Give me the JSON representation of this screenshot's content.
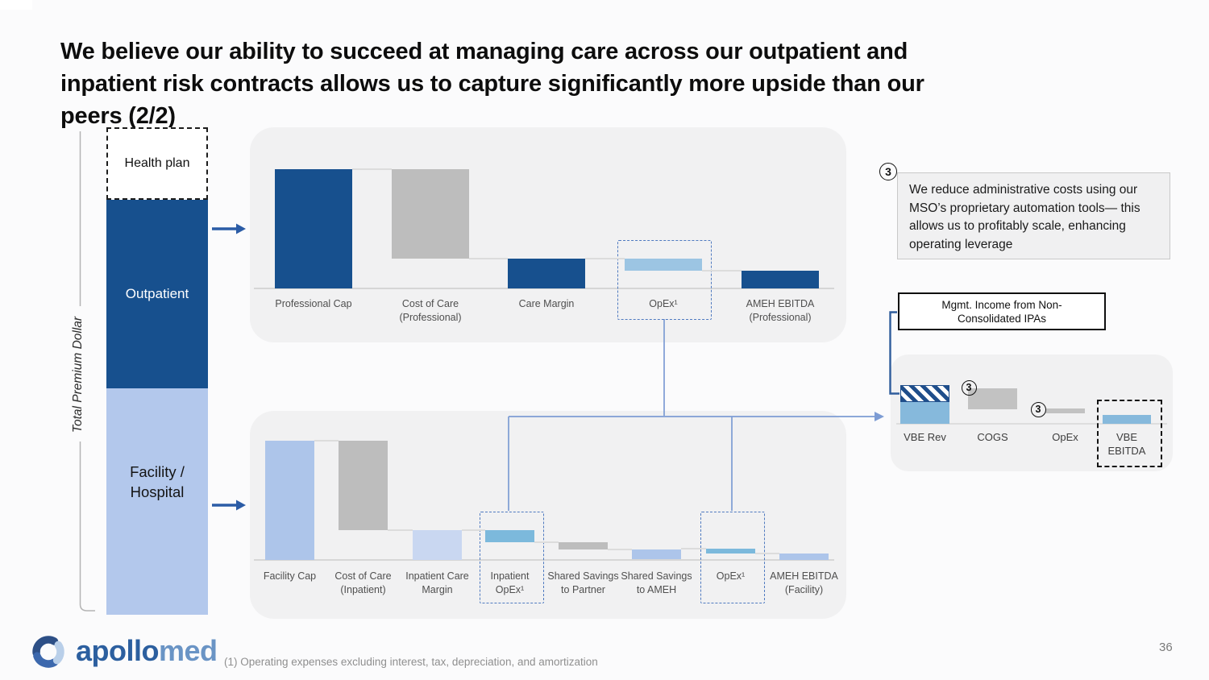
{
  "slide": {
    "title_lines": [
      "We believe our ability to succeed at managing care across our outpatient and",
      "inpatient risk contracts allows us to capture significantly more upside than our",
      "peers (2/2)"
    ],
    "page_number": "36",
    "footnote": "(1) Operating expenses excluding interest, tax, depreciation, and amortization"
  },
  "logo": {
    "brand_primary": "apollo",
    "brand_secondary": "med"
  },
  "premium_bar": {
    "axis_label": "Total Premium Dollar",
    "segments": [
      {
        "label_lines": [
          "Health plan"
        ],
        "style": "dashed-outline"
      },
      {
        "label_lines": [
          "Outpatient"
        ],
        "style": "dark-blue"
      },
      {
        "label_lines": [
          "Facility /",
          "Hospital"
        ],
        "style": "light-blue"
      }
    ]
  },
  "callout": {
    "badge": "3",
    "text": "We reduce administrative costs using our MSO’s proprietary automation tools— this allows us to profitably scale, enhancing operating leverage"
  },
  "mgmt_box": {
    "line1": "Mgmt. Income from Non-",
    "line2": "Consolidated IPAs"
  },
  "colors": {
    "darkblue": "#17508e",
    "gray": "#bdbdbd",
    "gray2": "#c2c2c2",
    "lightblue": "#9cc5e3",
    "periwinkle": "#adc5ea",
    "lightperiwinkle": "#c9d7f1",
    "sky": "#7cb9dc",
    "sky2": "#86b9dc",
    "hatchblue": "#1f4e8b",
    "dash_blue": "#4f7ac0",
    "connector_blue": "#7d9cd4",
    "navy_line": "#2f5d9c",
    "arrow_blue": "#2b5ca6"
  },
  "chart_data": [
    {
      "id": "professional",
      "type": "bar",
      "subtype": "waterfall",
      "units": "indexed share of outpatient premium (first bar = 100)",
      "ylim": [
        0,
        100
      ],
      "grid": false,
      "bars": [
        {
          "label_lines": [
            "Professional Cap"
          ],
          "from": 0,
          "to": 100,
          "color": "darkblue"
        },
        {
          "label_lines": [
            "Cost of Care",
            "(Professional)"
          ],
          "from": 25,
          "to": 100,
          "color": "gray"
        },
        {
          "label_lines": [
            "Care Margin"
          ],
          "from": 0,
          "to": 25,
          "color": "darkblue"
        },
        {
          "label_lines": [
            "OpEx¹"
          ],
          "from": 14.9,
          "to": 25,
          "color": "lightblue",
          "dashed_box": "blue"
        },
        {
          "label_lines": [
            "AMEH EBITDA",
            "(Professional)"
          ],
          "from": 0,
          "to": 14.9,
          "color": "darkblue"
        }
      ],
      "connector_levels": [
        100,
        25,
        25,
        14.9
      ]
    },
    {
      "id": "facility",
      "type": "bar",
      "subtype": "waterfall",
      "units": "indexed share of inpatient premium (first bar = 100)",
      "ylim": [
        0,
        100
      ],
      "grid": false,
      "bars": [
        {
          "label_lines": [
            "Facility Cap"
          ],
          "from": 0,
          "to": 100,
          "color": "periwinkle"
        },
        {
          "label_lines": [
            "Cost of Care",
            "(Inpatient)"
          ],
          "from": 25,
          "to": 100,
          "color": "gray"
        },
        {
          "label_lines": [
            "Inpatient Care",
            "Margin"
          ],
          "from": 0,
          "to": 25,
          "color": "lightperiwinkle"
        },
        {
          "label_lines": [
            "Inpatient",
            "OpEx¹"
          ],
          "from": 14.9,
          "to": 25,
          "color": "sky",
          "dashed_box": "blue"
        },
        {
          "label_lines": [
            "Shared Savings",
            "to Partner"
          ],
          "from": 8.8,
          "to": 14.9,
          "color": "gray"
        },
        {
          "label_lines": [
            "Shared Savings",
            "to AMEH"
          ],
          "from": 0.7,
          "to": 8.8,
          "color": "periwinkle"
        },
        {
          "label_lines": [
            "OpEx¹"
          ],
          "from": 5.4,
          "to": 9.5,
          "color": "sky",
          "dashed_box": "blue"
        },
        {
          "label_lines": [
            "AMEH EBITDA",
            "(Facility)"
          ],
          "from": 0,
          "to": 5.4,
          "color": "periwinkle"
        }
      ],
      "connector_levels": [
        100,
        25,
        25,
        14.9,
        8.8,
        9.5,
        5.4
      ]
    },
    {
      "id": "vbe",
      "type": "bar",
      "subtype": "waterfall",
      "units": "indexed VBE revenue (VBE Rev top = 100)",
      "ylim": [
        0,
        100
      ],
      "grid": false,
      "bars": [
        {
          "label_lines": [
            "VBE Rev"
          ],
          "segments": [
            {
              "from": 0,
              "to": 56,
              "color": "sky2"
            },
            {
              "from": 56,
              "to": 100,
              "color": "hatch"
            }
          ]
        },
        {
          "label_lines": [
            "COGS"
          ],
          "from": 37.5,
          "to": 91.7,
          "color": "gray2",
          "badge": "3"
        },
        {
          "label_lines": [
            "OpEx"
          ],
          "from": 27,
          "to": 39.6,
          "color": "gray2",
          "badge": "3"
        },
        {
          "label_lines": [
            "VBE",
            "EBITDA"
          ],
          "from": 0,
          "to": 22.9,
          "color": "sky2",
          "dashed_box": "black"
        }
      ],
      "connector_levels": []
    }
  ]
}
